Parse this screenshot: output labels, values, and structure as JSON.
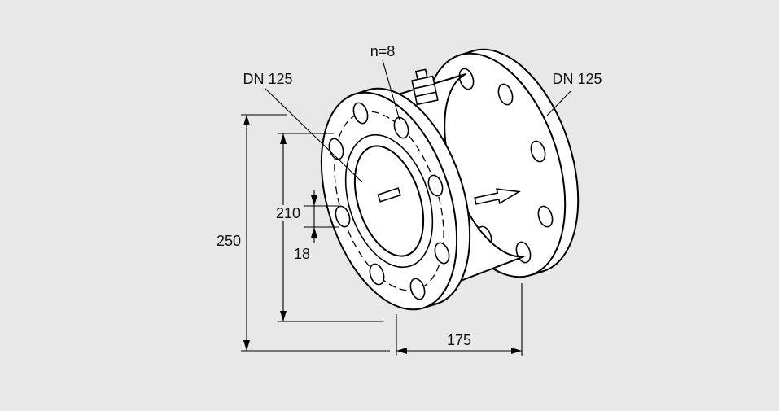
{
  "colors": {
    "background": "#e8e8e8",
    "line": "#000000",
    "part_fill": "#ffffff"
  },
  "drawing": {
    "labels": {
      "flange_left": "DN 125",
      "flange_right": "DN 125",
      "bolt_count": "n=8",
      "dim_outer_diameter": "250",
      "dim_bolt_circle": "210",
      "dim_bolt_hole": "18",
      "dim_face_to_face": "175"
    }
  }
}
